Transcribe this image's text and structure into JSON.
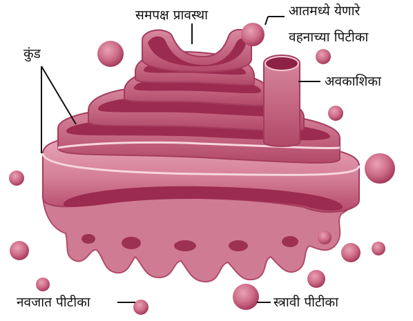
{
  "labels": {
    "medial": "समपक्ष प्रावस्था",
    "incoming_1": "आतमध्ये येणारे",
    "incoming_2": "वहनाच्या पिटीका",
    "cisterna": "कुंड",
    "tubule": "अवकाशिका",
    "nascent": "नवजात पीटीका",
    "secretory": "स्त्रावी पीटीका"
  },
  "colors": {
    "membrane_dark": "#a8385c",
    "membrane_mid": "#c8607d",
    "membrane_light": "#e9a9bb",
    "lumen": "#9b2b50",
    "vesicle": "#c96681",
    "text": "#111111"
  }
}
